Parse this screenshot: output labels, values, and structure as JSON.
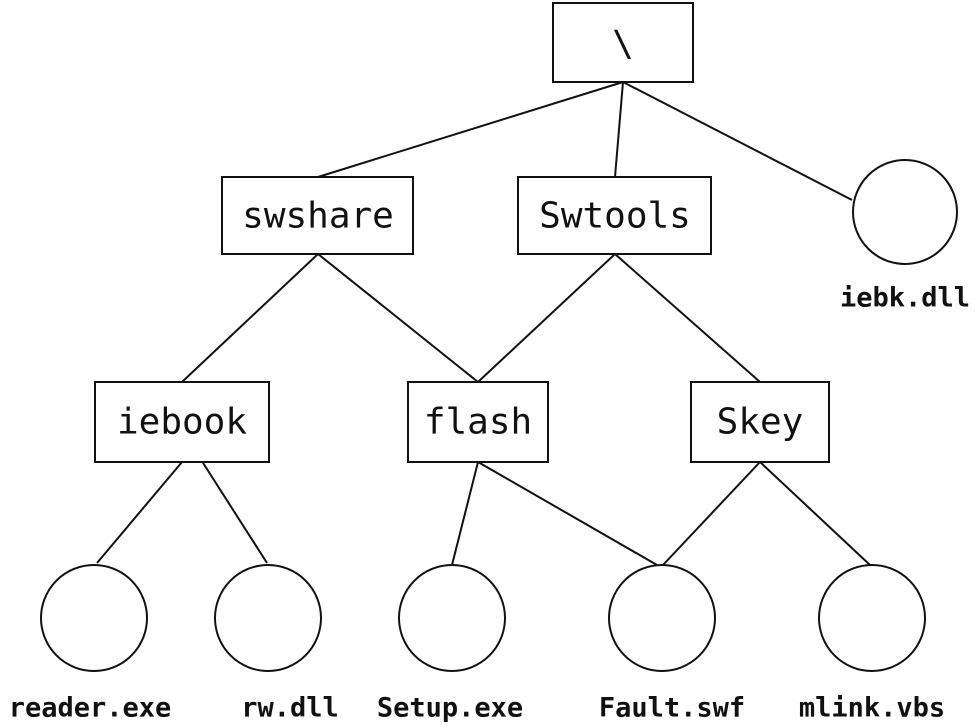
{
  "diagram": {
    "directories": {
      "root": "\\",
      "swshare": "swshare",
      "swtools": "Swtools",
      "iebook": "iebook",
      "flash": "flash",
      "skey": "Skey"
    },
    "files": {
      "iebk_dll": "iebk.dll",
      "reader_exe": "reader.exe",
      "rw_dll": "rw.dll",
      "setup_exe": "Setup.exe",
      "fault_swf": "Fault.swf",
      "mlink_vbs": "mlink.vbs"
    },
    "edges": [
      [
        "root",
        "swshare"
      ],
      [
        "root",
        "swtools"
      ],
      [
        "root",
        "iebk_dll"
      ],
      [
        "swshare",
        "iebook"
      ],
      [
        "swshare",
        "flash"
      ],
      [
        "swtools",
        "flash"
      ],
      [
        "swtools",
        "skey"
      ],
      [
        "iebook",
        "reader_exe"
      ],
      [
        "iebook",
        "rw_dll"
      ],
      [
        "flash",
        "setup_exe"
      ],
      [
        "flash",
        "fault_swf"
      ],
      [
        "skey",
        "fault_swf"
      ],
      [
        "skey",
        "mlink_vbs"
      ]
    ]
  }
}
